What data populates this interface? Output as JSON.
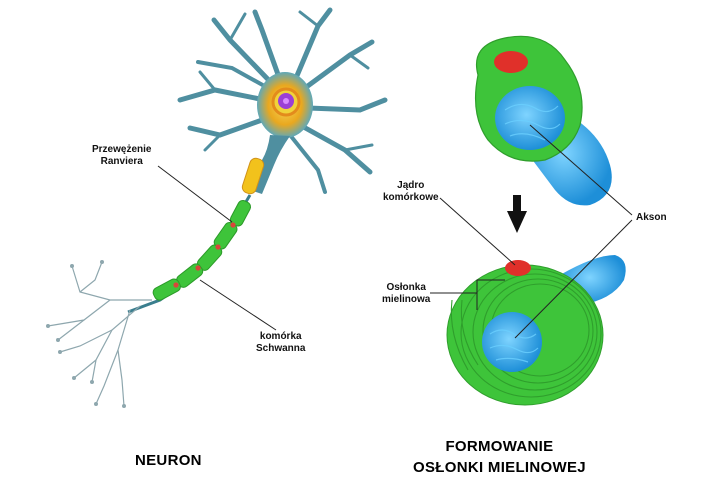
{
  "labels": {
    "ranvier": [
      "Przewężenie",
      "Ranviera"
    ],
    "schwann": [
      "komórka",
      "Schwanna"
    ],
    "nucleus": [
      "Jądro",
      "komórkowe"
    ],
    "sheath": [
      "Osłonka",
      "mielinowa"
    ],
    "axon": "Akson"
  },
  "titles": {
    "neuron": "NEURON",
    "myelin": [
      "FORMOWANIE",
      "OSŁONKI MIELINOWEJ"
    ]
  },
  "colors": {
    "myelin_green": "#3ec43a",
    "axon_blue": "#2aa9e8",
    "nucleus_red": "#e0302a",
    "dendrite_teal": "#4f8fa0",
    "soma_yellow": "#f2c21c",
    "nucleus_purple": "#9b3fd6"
  }
}
